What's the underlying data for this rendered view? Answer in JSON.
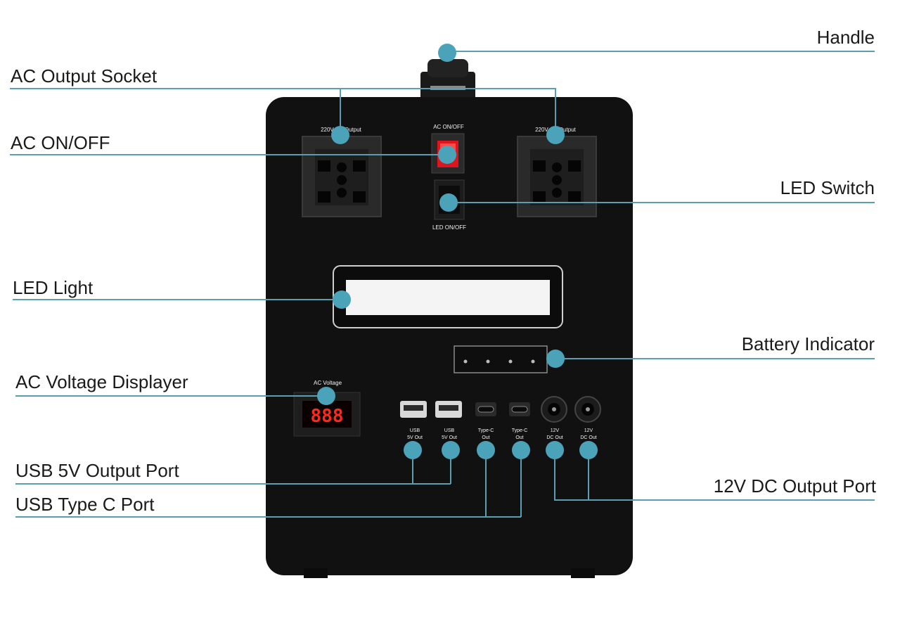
{
  "callouts": {
    "handle": "Handle",
    "ac_output_socket": "AC Output Socket",
    "ac_onoff": "AC ON/OFF",
    "led_switch": "LED Switch",
    "led_light": "LED Light",
    "battery_indicator": "Battery Indicator",
    "ac_voltage_displayer": "AC Voltage Displayer",
    "usb_5v_output_port": "USB 5V Output Port",
    "usb_type_c_port": "USB Type C Port",
    "dc_12v_output_port": "12V DC Output Port"
  },
  "panel": {
    "socket_left_label": "220V AC Output",
    "socket_right_label": "220V AC Output",
    "ac_switch_label": "AC ON/OFF",
    "led_switch_label": "LED ON/OFF",
    "ac_voltage_label": "AC Voltage",
    "voltage_readout": "888",
    "ports": [
      {
        "line1": "USB",
        "line2": "5V Out"
      },
      {
        "line1": "USB",
        "line2": "5V Out"
      },
      {
        "line1": "Type-C",
        "line2": "Out"
      },
      {
        "line1": "Type-C",
        "line2": "Out"
      },
      {
        "line1": "12V",
        "line2": "DC Out"
      },
      {
        "line1": "12V",
        "line2": "DC Out"
      }
    ]
  },
  "colors": {
    "dot": "#4aa3b8",
    "leader": "#5a9fb0",
    "body": "#121212",
    "switch_red": "#e0141c"
  }
}
